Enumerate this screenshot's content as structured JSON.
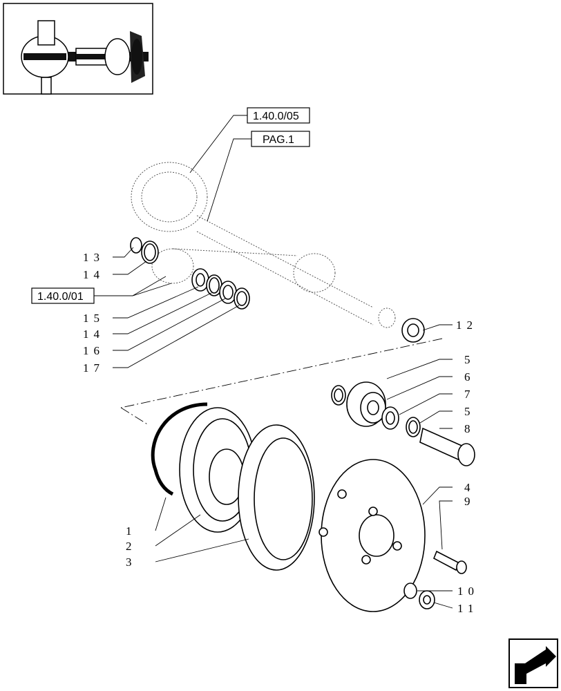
{
  "references": [
    {
      "id": "ref-1-40-0-05",
      "text": "1.40.0/05"
    },
    {
      "id": "ref-pag-1",
      "text": "PAG.1"
    },
    {
      "id": "ref-1-40-0-01",
      "text": "1.40.0/01"
    }
  ],
  "callouts": [
    "13",
    "14",
    "15",
    "14",
    "16",
    "17",
    "12",
    "5",
    "6",
    "7",
    "5",
    "8",
    "4",
    "9",
    "1",
    "2",
    "3",
    "10",
    "11"
  ],
  "nav": {
    "icon": "next-page-arrow-icon"
  }
}
